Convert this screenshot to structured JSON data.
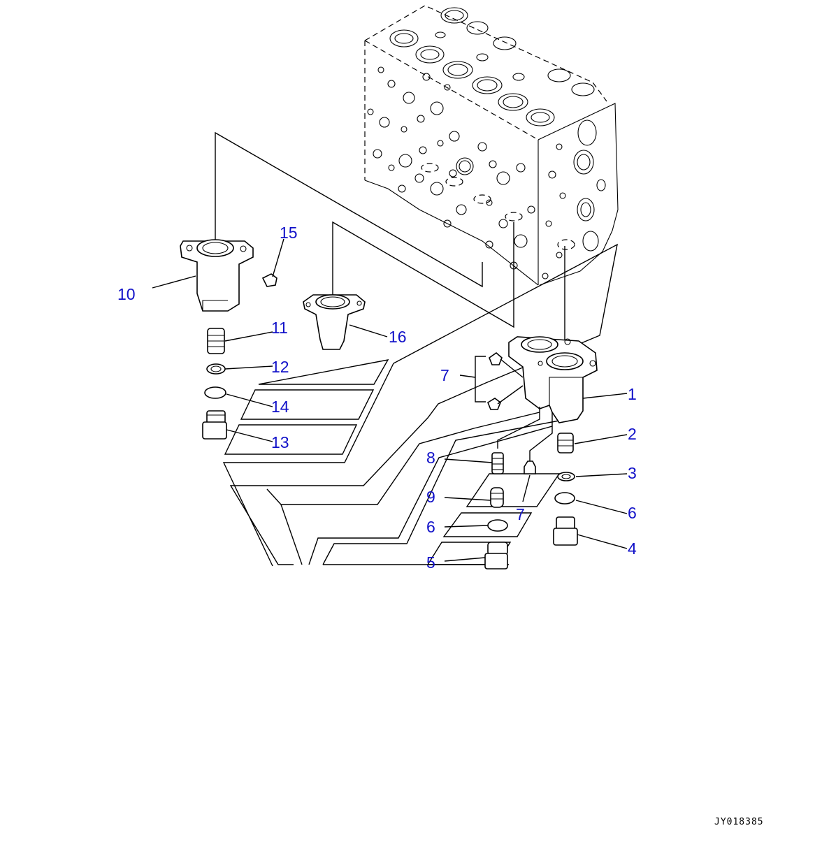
{
  "diagram": {
    "reference_code": "JY018385",
    "callouts": [
      {
        "id": "c1",
        "label": "1"
      },
      {
        "id": "c2",
        "label": "2"
      },
      {
        "id": "c3",
        "label": "3"
      },
      {
        "id": "c4",
        "label": "4"
      },
      {
        "id": "c5",
        "label": "5"
      },
      {
        "id": "c6a",
        "label": "6"
      },
      {
        "id": "c6b",
        "label": "6"
      },
      {
        "id": "c7a",
        "label": "7"
      },
      {
        "id": "c7b",
        "label": "7"
      },
      {
        "id": "c8",
        "label": "8"
      },
      {
        "id": "c9",
        "label": "9"
      },
      {
        "id": "c10",
        "label": "10"
      },
      {
        "id": "c11",
        "label": "11"
      },
      {
        "id": "c12",
        "label": "12"
      },
      {
        "id": "c13",
        "label": "13"
      },
      {
        "id": "c14",
        "label": "14"
      },
      {
        "id": "c15",
        "label": "15"
      },
      {
        "id": "c16",
        "label": "16"
      }
    ],
    "callout_color": "#1010c8",
    "line_color": "#000000"
  }
}
